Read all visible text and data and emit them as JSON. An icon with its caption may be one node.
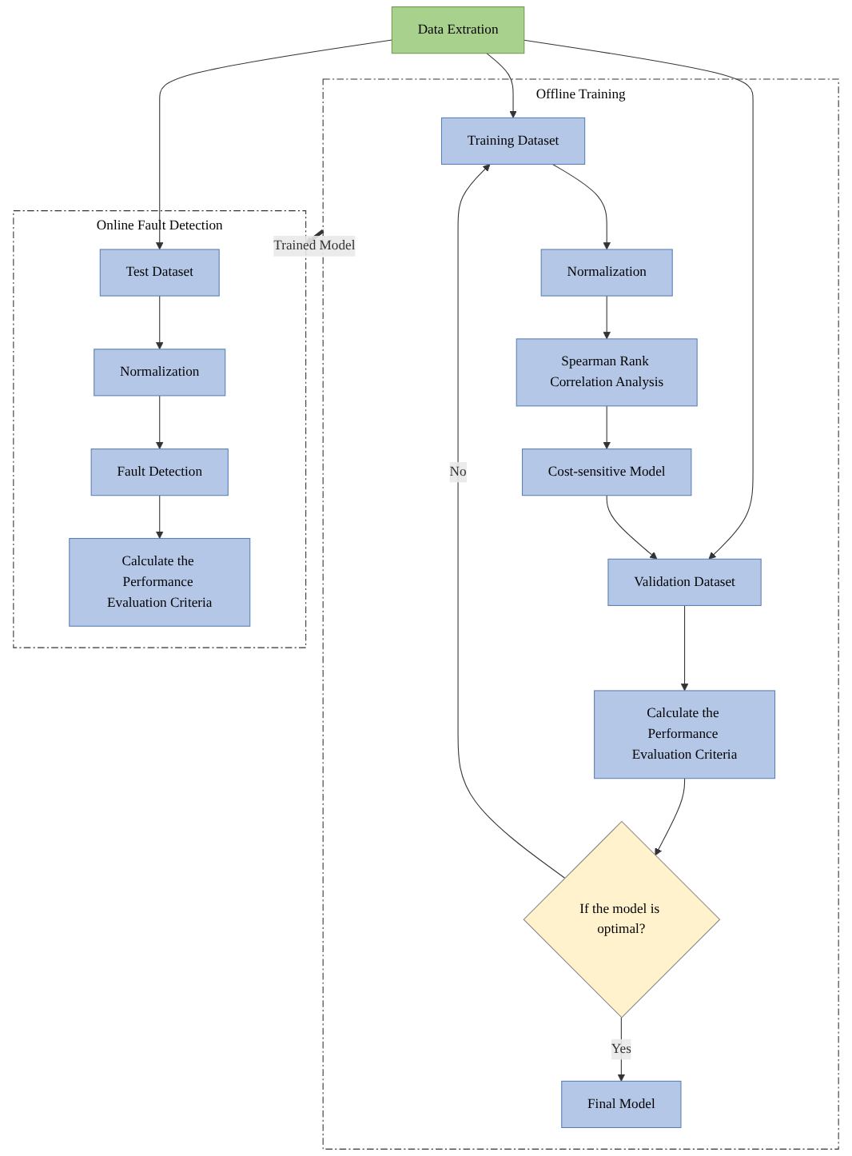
{
  "diagram": {
    "nodes": [
      {
        "text": [
          "Data Extration"
        ]
      },
      {
        "text": [
          "Offline Training"
        ]
      },
      {
        "text": [
          "Training Dataset"
        ],
        "in": 1
      },
      {
        "text": [
          "Normalization"
        ],
        "in": 1
      },
      {
        "text": [
          "Spearman Rank Correlation Analysis"
        ],
        "in": 1
      },
      {
        "text": [
          "Cost-sensitive Model"
        ],
        "in": 1
      },
      {
        "text": [
          "Validation Dataset"
        ],
        "in": 1
      },
      {
        "text": [
          "Calculate the Performance Evaluation Criteria"
        ],
        "in": 1
      },
      {
        "text": [
          "If the model is optimal?"
        ],
        "in": 1
      },
      {
        "text": [
          "Final Model"
        ],
        "in": 1
      },
      {
        "text": [
          "Online Fault Detection"
        ]
      },
      {
        "text": [
          "Test Dataset"
        ],
        "in": 10
      },
      {
        "text": [
          "Normalization"
        ],
        "in": 10
      },
      {
        "text": [
          "Fault Detection"
        ],
        "in": 10
      },
      {
        "text": [
          "Calculate the Performance Evaluation Criteria"
        ],
        "in": 10
      }
    ],
    "edges": [
      {
        "from": 0,
        "to": 2,
        "arrow": "to"
      },
      {
        "from": 0,
        "to": 6,
        "arrow": "to"
      },
      {
        "from": 0,
        "to": 11,
        "arrow": "to"
      },
      {
        "from": 2,
        "to": 3,
        "arrow": "to"
      },
      {
        "from": 3,
        "to": 4,
        "arrow": "to"
      },
      {
        "from": 4,
        "to": 5,
        "arrow": "to"
      },
      {
        "from": 5,
        "to": 6,
        "arrow": "to"
      },
      {
        "from": 6,
        "to": 7,
        "arrow": "to"
      },
      {
        "from": 7,
        "to": 8,
        "arrow": "to"
      },
      {
        "from": 8,
        "to": 2,
        "arrow": "to",
        "label": "No"
      },
      {
        "from": 8,
        "to": 9,
        "arrow": "to",
        "label": "Yes"
      },
      {
        "from": 1,
        "to": 10,
        "arrow": "to",
        "label": "Trained Model",
        "style": "thick"
      },
      {
        "from": 11,
        "to": 12,
        "arrow": "to"
      },
      {
        "from": 12,
        "to": 13,
        "arrow": "to"
      },
      {
        "from": 13,
        "to": 14,
        "arrow": "to"
      }
    ]
  }
}
